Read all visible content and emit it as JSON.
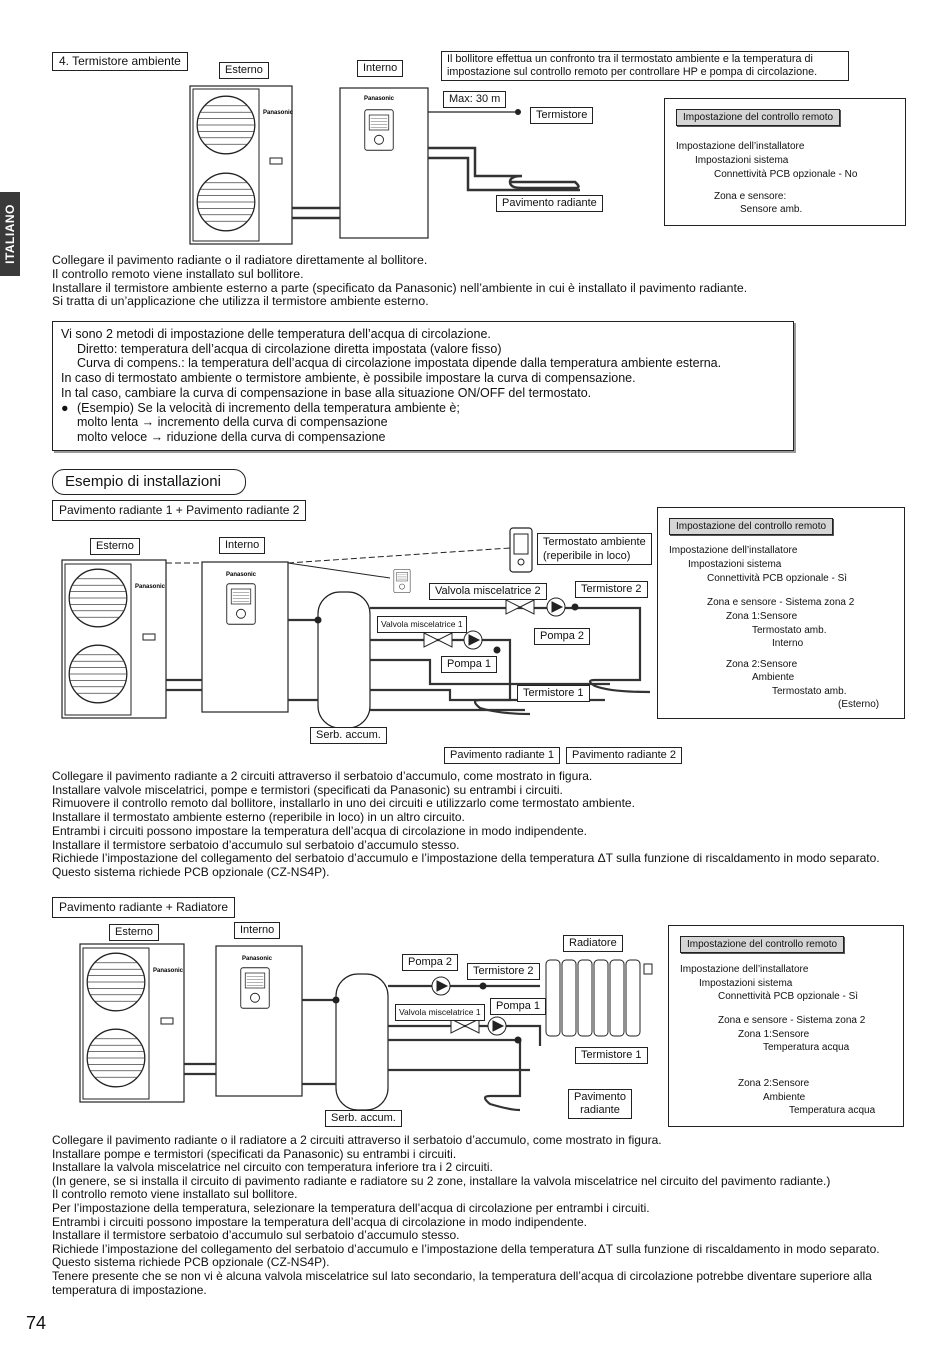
{
  "side_tab": "ITALIANO",
  "page_number": "74",
  "brand": "Panasonic",
  "section1": {
    "title": "4. Termistore ambiente",
    "outdoor": "Esterno",
    "indoor": "Interno",
    "note": [
      "Il bollitore effettua un confronto tra il termostato ambiente e la temperatura di",
      "impostazione sul controllo remoto per controllare HP e pompa di circolazione."
    ],
    "max_label": "Max: 30 m",
    "thermistor": "Termistore",
    "floor": "Pavimento radiante",
    "settings": {
      "header": "Impostazione del controllo remoto",
      "lines": [
        "Impostazione dell’installatore",
        "Impostazioni sistema",
        "Connettività PCB opzionale - No",
        "Zona e sensore:",
        "Sensore amb."
      ]
    },
    "paragraph": [
      "Collegare il pavimento radiante o il radiatore direttamente al bollitore.",
      "Il controllo remoto viene installato sul bollitore.",
      "Installare il termistore ambiente esterno a parte (specificato da Panasonic) nell’ambiente in cui è installato il pavimento radiante.",
      "Si tratta di un’applicazione che utilizza il termistore ambiente esterno."
    ]
  },
  "note_box": [
    "Vi sono 2 metodi di impostazione delle temperatura dell’acqua di circolazione.",
    "Diretto: temperatura dell’acqua di circolazione diretta impostata (valore fisso)",
    "Curva di compens.: la temperatura dell’acqua di circolazione impostata dipende dalla temperatura ambiente esterna.",
    "In caso di termostato ambiente o termistore ambiente, è possibile impostare la curva di compensazione.",
    "In tal caso, cambiare la curva di compensazione in base alla situazione ON/OFF del termostato.",
    "(Esempio) Se la velocità di incremento della temperatura ambiente è;",
    "molto lenta → incremento della curva di compensazione",
    "molto veloce → riduzione della curva di compensazione"
  ],
  "section_title": "Esempio di installazioni",
  "example1": {
    "title": "Pavimento radiante 1 + Pavimento radiante 2",
    "outdoor": "Esterno",
    "indoor": "Interno",
    "room_thermostat": [
      "Termostato ambiente",
      "(reperibile in loco)"
    ],
    "valve2": "Valvola miscelatrice 2",
    "valve1": "Valvola miscelatrice 1",
    "thermistor2": "Termistore 2",
    "thermistor1": "Termistore 1",
    "pump2": "Pompa 2",
    "pump1": "Pompa 1",
    "tank": "Serb. accum.",
    "floor1": "Pavimento radiante 1",
    "floor2": "Pavimento radiante 2",
    "settings": {
      "header": "Impostazione del controllo remoto",
      "lines": [
        "Impostazione dell’installatore",
        "Impostazioni sistema",
        "Connettività PCB opzionale - Sì",
        "Zona e sensore - Sistema zona 2",
        "Zona 1:Sensore",
        "Termostato amb.",
        "Interno",
        "Zona 2:Sensore",
        "Ambiente",
        "Termostato amb.",
        "(Esterno)"
      ]
    },
    "paragraph": [
      "Collegare il pavimento radiante a 2 circuiti attraverso il serbatoio d’accumulo, come mostrato in figura.",
      "Installare valvole miscelatrici, pompe e termistori (specificati da Panasonic) su entrambi i circuiti.",
      "Rimuovere il controllo remoto dal bollitore, installarlo in uno dei circuiti e utilizzarlo come termostato ambiente.",
      "Installare il termostato ambiente esterno (reperibile in loco) in un altro circuito.",
      "Entrambi i circuiti possono impostare la temperatura dell’acqua di circolazione in modo indipendente.",
      "Installare il termistore serbatoio d’accumulo sul serbatoio d’accumulo stesso.",
      "Richiede l’impostazione del collegamento del serbatoio d’accumulo e l’impostazione della temperatura ΔT sulla funzione di riscaldamento in modo separato.",
      "Questo sistema richiede PCB opzionale (CZ-NS4P)."
    ]
  },
  "example2": {
    "title": "Pavimento radiante + Radiatore",
    "outdoor": "Esterno",
    "indoor": "Interno",
    "radiator": "Radiatore",
    "pump2": "Pompa 2",
    "pump1": "Pompa 1",
    "thermistor2": "Termistore 2",
    "thermistor1": "Termistore 1",
    "valve1": "Valvola miscelatrice 1",
    "tank": "Serb. accum.",
    "floor": [
      "Pavimento",
      "radiante"
    ],
    "settings": {
      "header": "Impostazione del controllo remoto",
      "lines": [
        "Impostazione dell’installatore",
        "Impostazioni sistema",
        "Connettività PCB opzionale - Sì",
        "Zona e sensore - Sistema zona 2",
        "Zona 1:Sensore",
        "Temperatura acqua",
        "Zona 2:Sensore",
        "Ambiente",
        "Temperatura acqua"
      ]
    },
    "paragraph": [
      "Collegare il pavimento radiante o il radiatore a 2 circuiti attraverso il serbatoio d’accumulo, come mostrato in figura.",
      "Installare pompe e termistori (specificati da Panasonic) su entrambi i circuiti.",
      "Installare la valvola miscelatrice nel circuito con temperatura inferiore tra i 2 circuiti.",
      "(In genere, se si installa il circuito di pavimento radiante e radiatore su 2 zone, installare la valvola miscelatrice nel circuito del pavimento radiante.)",
      "Il controllo remoto viene installato sul bollitore.",
      "Per l’impostazione della temperatura, selezionare la temperatura dell’acqua di circolazione per entrambi i circuiti.",
      "Entrambi i circuiti possono impostare la temperatura dell’acqua di circolazione in modo indipendente.",
      "Installare il termistore serbatoio d’accumulo sul serbatoio d’accumulo stesso.",
      "Richiede l’impostazione del collegamento del serbatoio d’accumulo e l’impostazione della temperatura ΔT sulla funzione di riscaldamento in modo separato.",
      "Questo sistema richiede PCB opzionale (CZ-NS4P).",
      "Tenere presente che se non vi è alcuna valvola miscelatrice sul lato secondario, la temperatura dell’acqua di circolazione potrebbe diventare superiore alla",
      "temperatura di impostazione."
    ]
  }
}
